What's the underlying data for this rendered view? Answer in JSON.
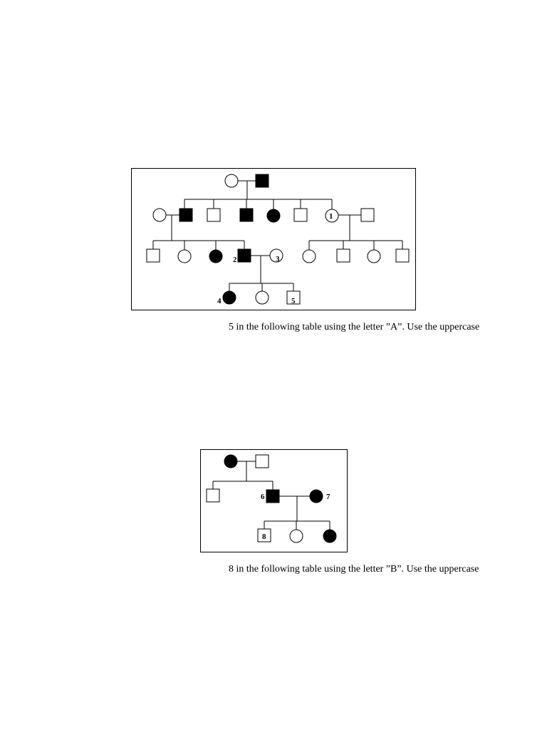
{
  "captions": {
    "first": "5 in the following table using the letter ”A”. Use the uppercase",
    "second": "8 in the following table using the letter ”B”. Use the uppercase"
  },
  "pedigree_a": {
    "individuals": {
      "g1_mother": {
        "sex": "female",
        "affected": false,
        "label": ""
      },
      "g1_father": {
        "sex": "male",
        "affected": true,
        "label": ""
      },
      "g2_spouse_left": {
        "sex": "female",
        "affected": false,
        "label": ""
      },
      "g2_son_1": {
        "sex": "male",
        "affected": true,
        "label": ""
      },
      "g2_son_2": {
        "sex": "male",
        "affected": false,
        "label": ""
      },
      "g2_son_3": {
        "sex": "male",
        "affected": true,
        "label": ""
      },
      "g2_daughter_1": {
        "sex": "female",
        "affected": true,
        "label": ""
      },
      "g2_son_4": {
        "sex": "male",
        "affected": false,
        "label": ""
      },
      "g2_daughter_2": {
        "sex": "female",
        "affected": false,
        "label": "1"
      },
      "g2_spouse_right": {
        "sex": "male",
        "affected": false,
        "label": ""
      },
      "g3_left_son_1": {
        "sex": "male",
        "affected": false,
        "label": ""
      },
      "g3_left_daughter_1": {
        "sex": "female",
        "affected": false,
        "label": ""
      },
      "g3_left_daughter_2": {
        "sex": "female",
        "affected": true,
        "label": ""
      },
      "g3_left_son_2": {
        "sex": "male",
        "affected": true,
        "label": "2"
      },
      "g3_spouse": {
        "sex": "female",
        "affected": false,
        "label": "3"
      },
      "g3_right_daughter_1": {
        "sex": "female",
        "affected": false,
        "label": ""
      },
      "g3_right_son_1": {
        "sex": "male",
        "affected": false,
        "label": ""
      },
      "g3_right_daughter_2": {
        "sex": "female",
        "affected": false,
        "label": ""
      },
      "g3_right_son_2": {
        "sex": "male",
        "affected": false,
        "label": ""
      },
      "g4_daughter_1": {
        "sex": "female",
        "affected": true,
        "label": "4"
      },
      "g4_daughter_2": {
        "sex": "female",
        "affected": false,
        "label": ""
      },
      "g4_son_1": {
        "sex": "male",
        "affected": false,
        "label": "5"
      }
    }
  },
  "pedigree_b": {
    "individuals": {
      "g1_mother": {
        "sex": "female",
        "affected": true,
        "label": ""
      },
      "g1_father": {
        "sex": "male",
        "affected": false,
        "label": ""
      },
      "g2_son_1": {
        "sex": "male",
        "affected": false,
        "label": ""
      },
      "g2_son_2": {
        "sex": "male",
        "affected": true,
        "label": "6"
      },
      "g2_spouse": {
        "sex": "female",
        "affected": true,
        "label": "7"
      },
      "g3_son_1": {
        "sex": "male",
        "affected": false,
        "label": "8"
      },
      "g3_daughter_1": {
        "sex": "female",
        "affected": false,
        "label": ""
      },
      "g3_daughter_2": {
        "sex": "female",
        "affected": true,
        "label": ""
      }
    }
  }
}
